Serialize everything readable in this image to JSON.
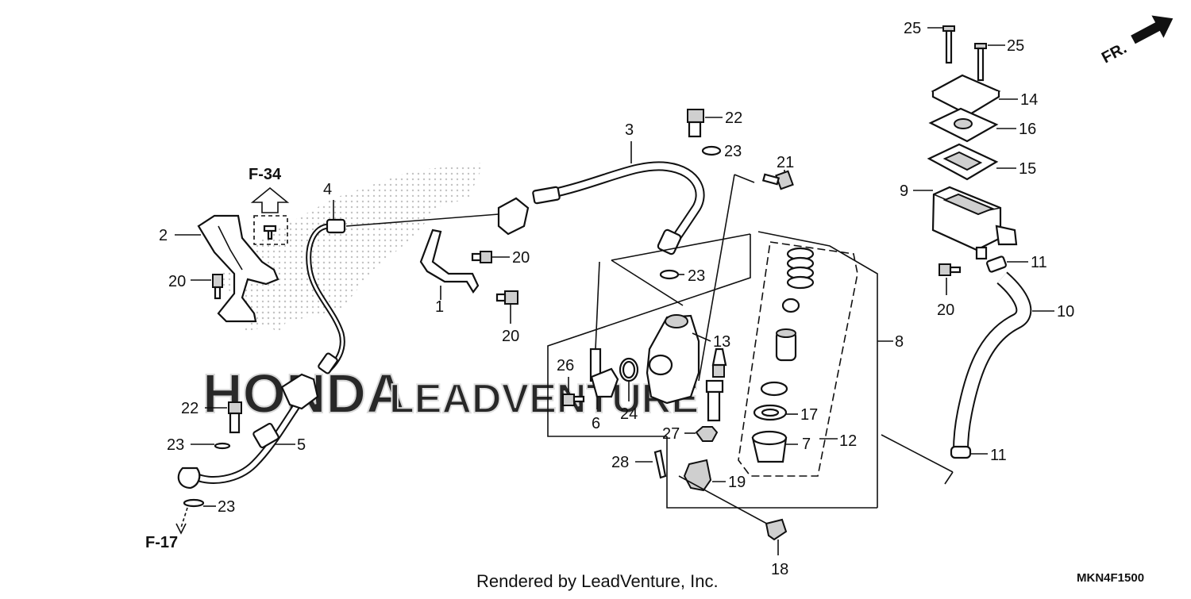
{
  "callouts": {
    "c1": "1",
    "c2": "2",
    "c3": "3",
    "c4": "4",
    "c5": "5",
    "c6": "6",
    "c7": "7",
    "c8": "8",
    "c9": "9",
    "c10": "10",
    "c11a": "11",
    "c11b": "11",
    "c12": "12",
    "c13": "13",
    "c14": "14",
    "c15": "15",
    "c16": "16",
    "c17": "17",
    "c18": "18",
    "c19": "19",
    "c20a": "20",
    "c20b": "20",
    "c20c": "20",
    "c20d": "20",
    "c21": "21",
    "c22a": "22",
    "c22b": "22",
    "c23a": "23",
    "c23b": "23",
    "c23c": "23",
    "c23d": "23",
    "c24": "24",
    "c25a": "25",
    "c25b": "25",
    "c26": "26",
    "c27": "27",
    "c28": "28"
  },
  "refs": {
    "f34": "F-34",
    "f17": "F-17",
    "fr": "FR."
  },
  "footer": {
    "credit": "Rendered by LeadVenture, Inc.",
    "code": "MKN4F1500"
  },
  "watermark": {
    "brand": "HONDA",
    "partner": "LEADVENTURE"
  }
}
